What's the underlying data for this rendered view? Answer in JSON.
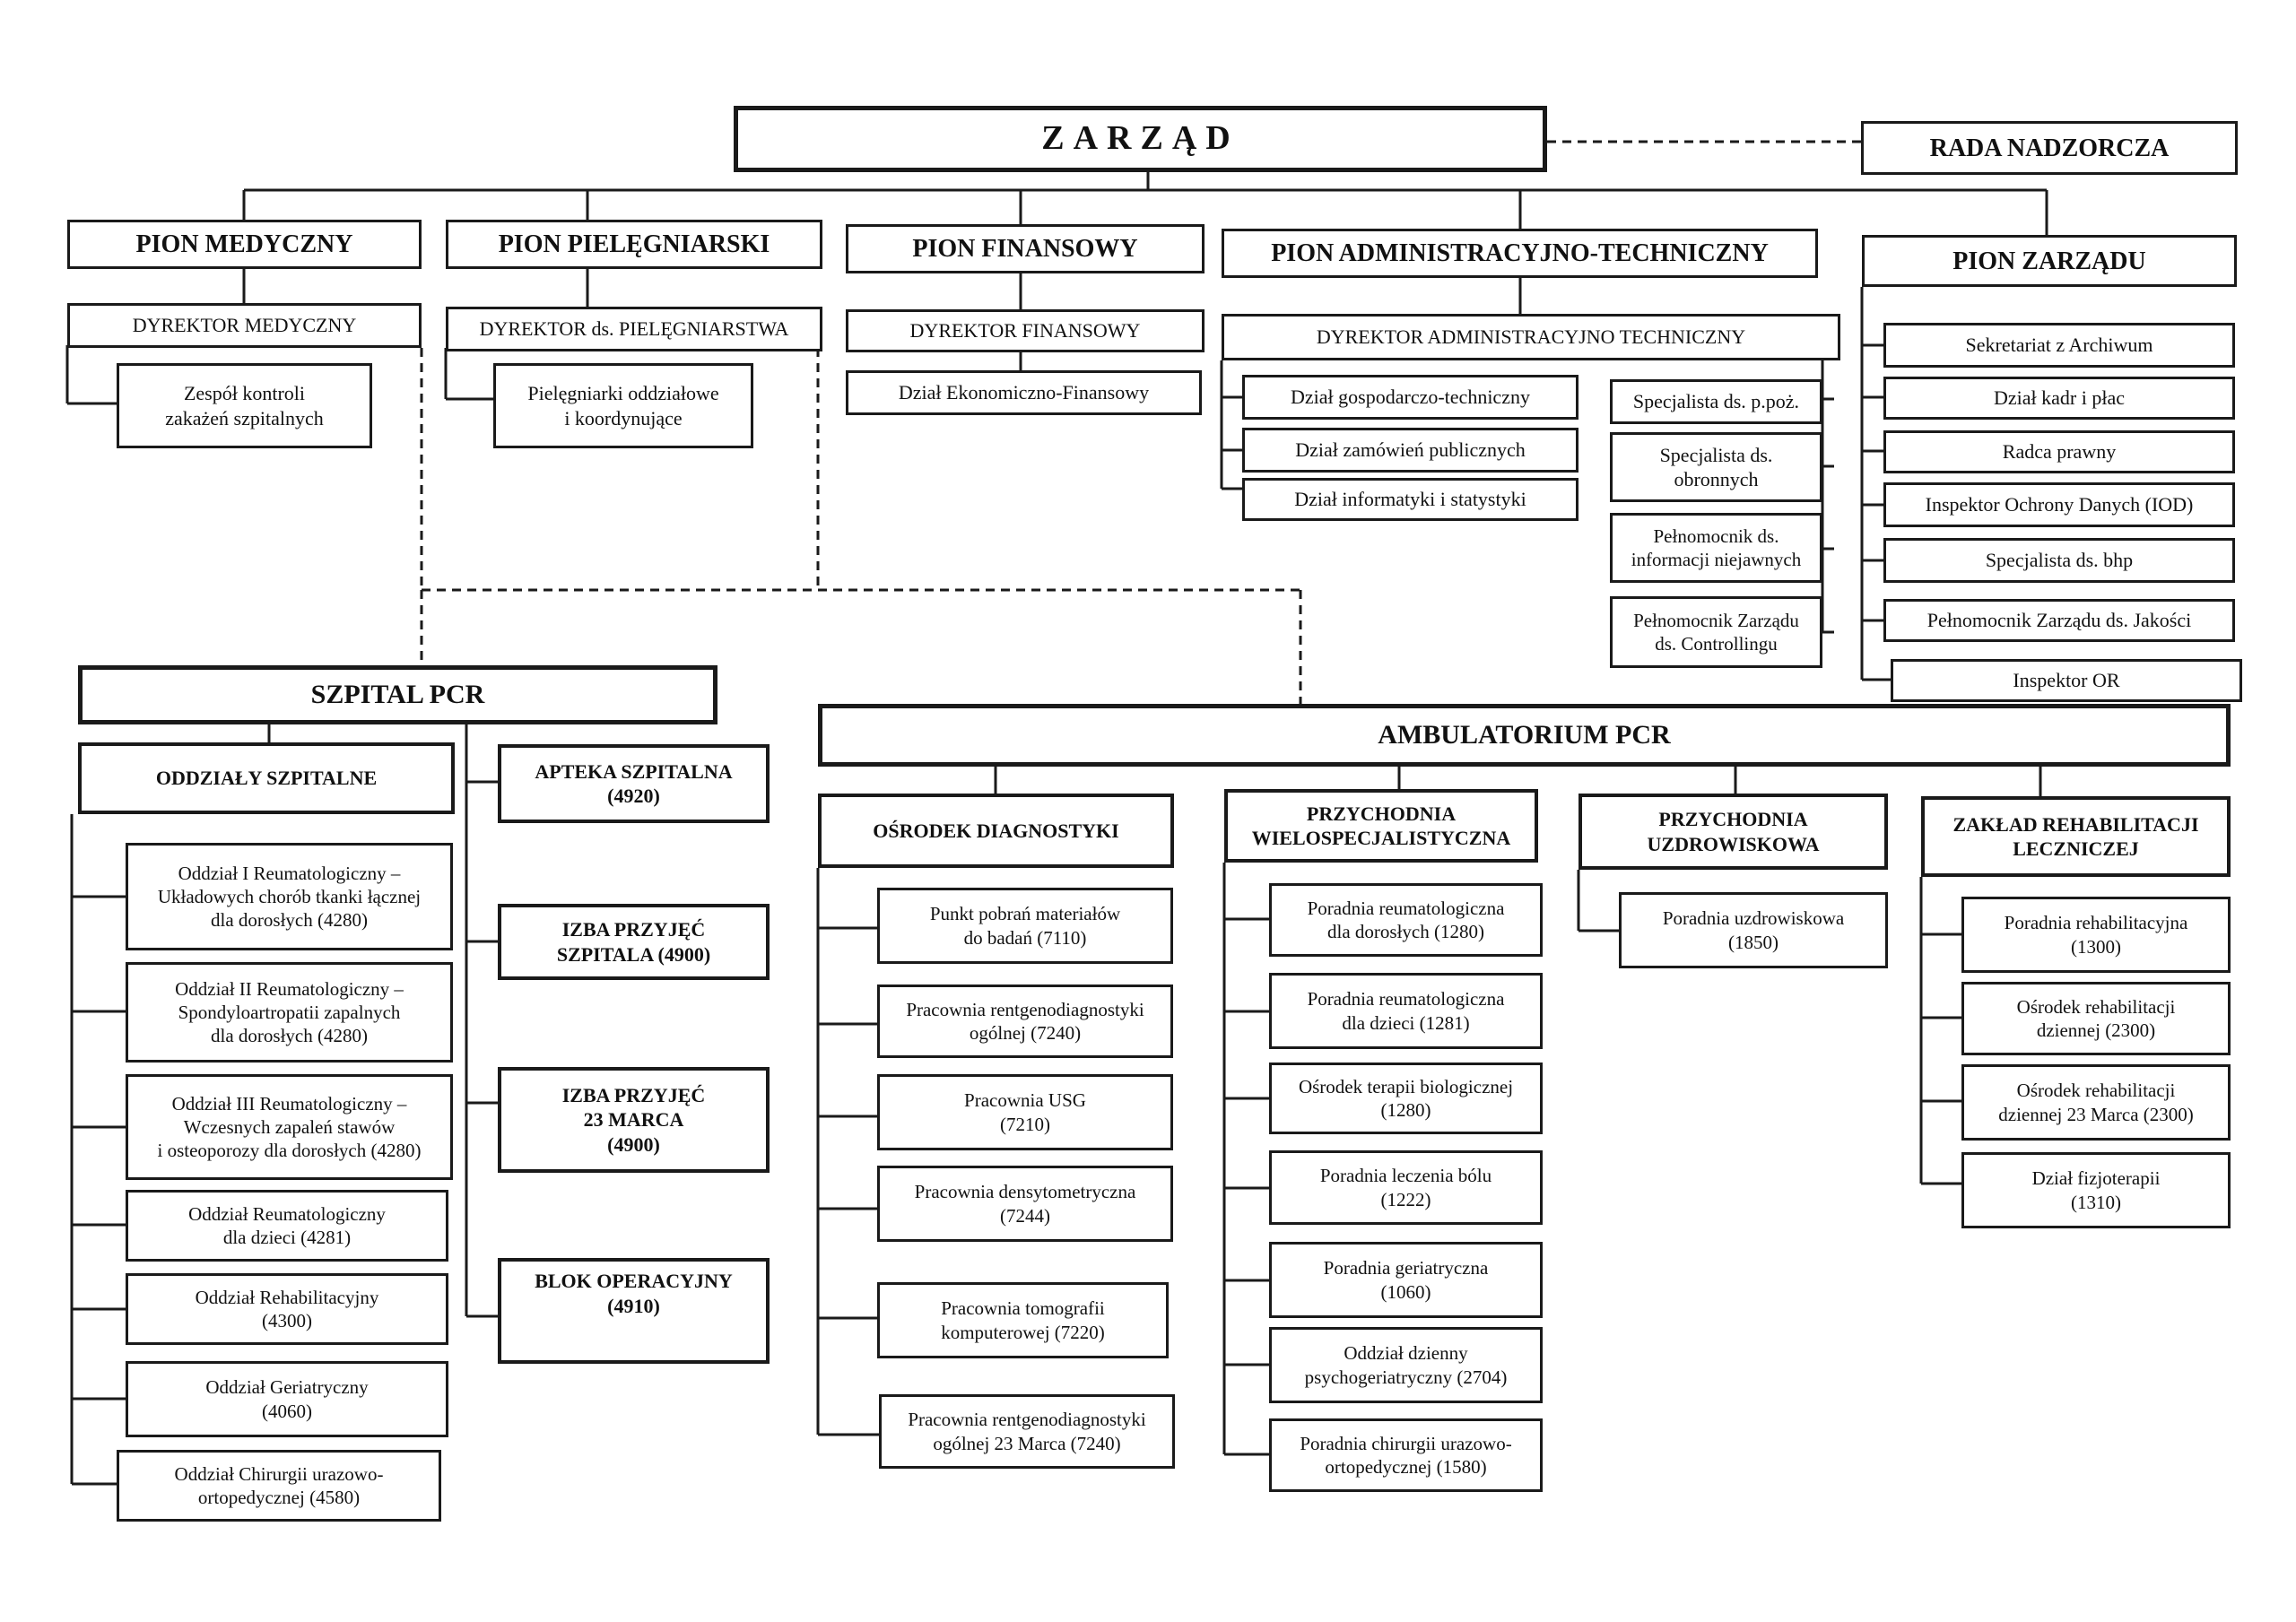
{
  "top": {
    "zarzad": "ZARZĄD",
    "rada": "RADA NADZORCZA"
  },
  "piony": {
    "medyczny": {
      "title": "PION MEDYCZNY",
      "director": "DYREKTOR MEDYCZNY",
      "unit": "Zespół kontroli\nzakażeń szpitalnych"
    },
    "pielegniarski": {
      "title": "PION PIELĘGNIARSKI",
      "director": "DYREKTOR ds. PIELĘGNIARSTWA",
      "unit": "Pielęgniarki oddziałowe\ni koordynujące"
    },
    "finansowy": {
      "title": "PION FINANSOWY",
      "director": "DYREKTOR FINANSOWY",
      "unit": "Dział Ekonomiczno-Finansowy"
    },
    "administracyjny": {
      "title": "PION ADMINISTRACYJNO-TECHNICZNY",
      "director": "DYREKTOR ADMINISTRACYJNO TECHNICZNY",
      "units": [
        "Dział gospodarczo-techniczny",
        "Dział zamówień publicznych",
        "Dział informatyki i statystyki"
      ],
      "specialists": [
        "Specjalista ds. p.poż.",
        "Specjalista ds.\nobronnych",
        "Pełnomocnik ds.\ninformacji niejawnych",
        "Pełnomocnik Zarządu\nds. Controllingu"
      ]
    },
    "zarzadu": {
      "title": "PION ZARZĄDU",
      "units": [
        "Sekretariat z Archiwum",
        "Dział kadr i płac",
        "Radca prawny",
        "Inspektor Ochrony Danych (IOD)",
        "Specjalista ds. bhp",
        "Pełnomocnik Zarządu ds. Jakości",
        "Inspektor OR"
      ]
    }
  },
  "szpital": {
    "title": "SZPITAL PCR",
    "oddzialy_title": "ODDZIAŁY SZPITALNE",
    "oddzialy": [
      "Oddział I Reumatologiczny –\nUkładowych chorób tkanki łącznej\ndla dorosłych (4280)",
      "Oddział II Reumatologiczny –\nSpondyloartropatii zapalnych\ndla dorosłych (4280)",
      "Oddział III Reumatologiczny –\nWczesnych zapaleń stawów\ni osteoporozy dla dorosłych (4280)",
      "Oddział Reumatologiczny\ndla dzieci (4281)",
      "Oddział Rehabilitacyjny\n(4300)",
      "Oddział Geriatryczny\n(4060)",
      "Oddział Chirurgii urazowo-\nortopedycznej (4580)"
    ],
    "inne": [
      "APTEKA SZPITALNA\n(4920)",
      "IZBA PRZYJĘĆ\nSZPITALA (4900)",
      "IZBA PRZYJĘĆ\n23 MARCA\n(4900)",
      "BLOK OPERACYJNY\n(4910)"
    ]
  },
  "ambulatorium": {
    "title": "AMBULATORIUM PCR",
    "diagnostyka": {
      "title": "OŚRODEK DIAGNOSTYKI",
      "units": [
        "Punkt pobrań materiałów\ndo badań (7110)",
        "Pracownia rentgenodiagnostyki\nogólnej (7240)",
        "Pracownia USG\n(7210)",
        "Pracownia densytometryczna\n(7244)",
        "Pracownia tomografii\nkomputerowej (7220)",
        "Pracownia rentgenodiagnostyki\nogólnej 23 Marca (7240)"
      ]
    },
    "przychodnia": {
      "title": "PRZYCHODNIA\nWIELOSPECJALISTYCZNA",
      "units": [
        "Poradnia reumatologiczna\ndla dorosłych (1280)",
        "Poradnia reumatologiczna\ndla dzieci (1281)",
        "Ośrodek terapii biologicznej\n(1280)",
        "Poradnia leczenia bólu\n(1222)",
        "Poradnia geriatryczna\n(1060)",
        "Oddział dzienny\npsychogeriatryczny (2704)",
        "Poradnia chirurgii urazowo-\nortopedycznej (1580)"
      ]
    },
    "uzdrowiskowa": {
      "title": "PRZYCHODNIA\nUZDROWISKOWA",
      "units": [
        "Poradnia uzdrowiskowa\n(1850)"
      ]
    },
    "rehabilitacja": {
      "title": "ZAKŁAD REHABILITACJI\nLECZNICZEJ",
      "units": [
        "Poradnia rehabilitacyjna\n(1300)",
        "Ośrodek rehabilitacji\ndziennej (2300)",
        "Ośrodek rehabilitacji\ndziennej 23 Marca (2300)",
        "Dział fizjoterapii\n(1310)"
      ]
    }
  }
}
